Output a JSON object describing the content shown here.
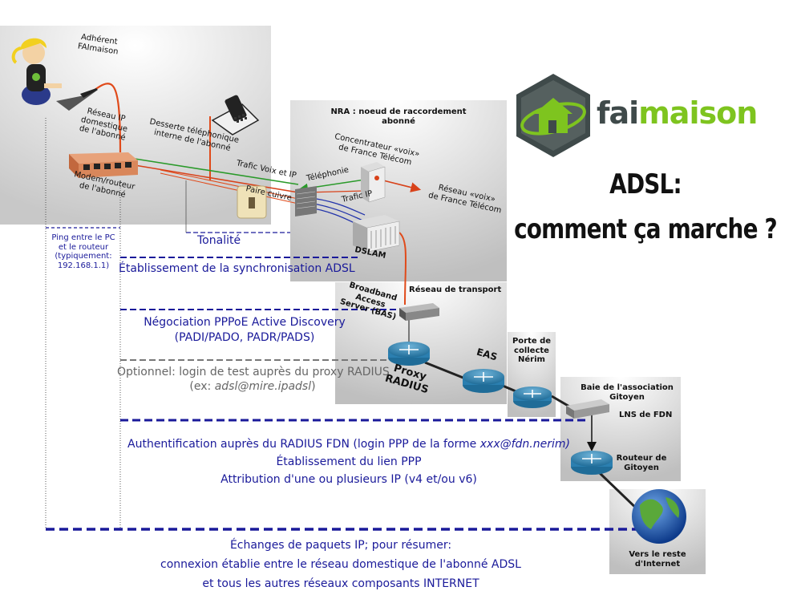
{
  "brand": {
    "logo_text_1": "fai",
    "logo_text_2": "maison",
    "color_dark": "#3f4a4a",
    "color_green": "#7ec41f"
  },
  "title": {
    "line1": "ADSL:",
    "line2": "comment ça marche ?"
  },
  "home": {
    "adherent": "Adhérent\nFAImaison",
    "reseau_ip": "Réseau IP\ndomestique\nde l'abonné",
    "desserte": "Desserte téléphonique\ninterne de l'abonné",
    "modem": "Modem/routeur\nde l'abonné",
    "ping": "Ping entre le PC\net le routeur\n(typiquement:\n192.168.1.1)",
    "trafic_voix_ip": "Trafic Voix et IP",
    "paire_cuivre": "Paire cuivre",
    "tonalite": "Tonalité"
  },
  "nra": {
    "title": "NRA : noeud de raccordement\nabonné",
    "concentrateur": "Concentrateur «voix»\nde France Télécom",
    "telephonie": "Téléphonie",
    "trafic_ip": "Trafic IP",
    "dslam": "DSLAM",
    "reseau_voix": "Réseau «voix»\nde France Télécom"
  },
  "transport": {
    "title": "Réseau de transport",
    "bas": "Broadband\nAccess\nServer (BAS)",
    "eas": "EAS",
    "proxy": "Proxy\nRADIUS"
  },
  "nerim": {
    "label": "Porte de\ncollecte\nNérim"
  },
  "gitoyen": {
    "baie": "Baie de l'association\nGitoyen",
    "lns": "LNS de FDN",
    "routeur": "Routeur de\nGitoyen"
  },
  "internet": {
    "label": "Vers le reste\nd'Internet"
  },
  "steps": {
    "sync": "Établissement de la synchronisation ADSL",
    "pppoe1": "Négociation PPPoE Active Discovery",
    "pppoe2": "(PADI/PADO, PADR/PADS)",
    "optional1": "Optionnel: login de test auprès du proxy RADIUS",
    "optional2_pre": "(ex: ",
    "optional2_em": "adsl@mire.ipadsl",
    "optional2_post": ")",
    "auth_pre": "Authentification auprès du RADIUS FDN (login PPP de la forme ",
    "auth_em": "xxx@fdn.nerim)",
    "ppp": "Établissement du lien PPP",
    "ip": "Attribution d'une ou plusieurs IP (v4 et/ou v6)",
    "final1": "Échanges de paquets IP; pour résumer:",
    "final2": "connexion établie entre le réseau domestique de l'abonné ADSL",
    "final3": "et tous les autres réseaux composants INTERNET"
  }
}
